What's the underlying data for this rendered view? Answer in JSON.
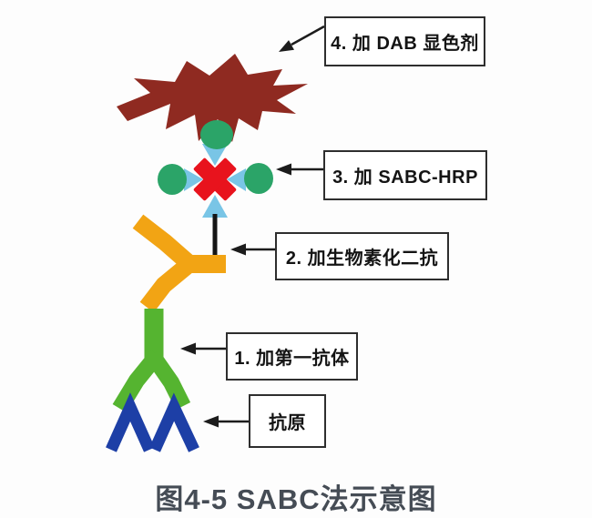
{
  "figure": {
    "caption": "图4-5 SABC法示意图",
    "steps": [
      {
        "id": "dab",
        "label": "4. 加 DAB 显色剂"
      },
      {
        "id": "sabc-hrp",
        "label": "3. 加 SABC-HRP"
      },
      {
        "id": "biotin-secondary",
        "label": "2. 加生物素化二抗"
      },
      {
        "id": "primary-antibody",
        "label": "1. 加第一抗体"
      },
      {
        "id": "antigen",
        "label": "抗原"
      }
    ],
    "colors": {
      "dab_burst": "#8f2a21",
      "sabc_core_red": "#e8131d",
      "enzyme_green": "#2ba468",
      "biotin_blue": "#79c5e6",
      "secondary_antibody_yellow": "#f2a414",
      "primary_antibody_green": "#55b430",
      "antigen_blue": "#1d3fa6",
      "connector_black": "#151515",
      "arrow": "#1c1c1c",
      "box_border": "#2e2e2e",
      "label_text": "#141414",
      "caption_text": "#454c55",
      "background": "#fdfdfd"
    }
  }
}
